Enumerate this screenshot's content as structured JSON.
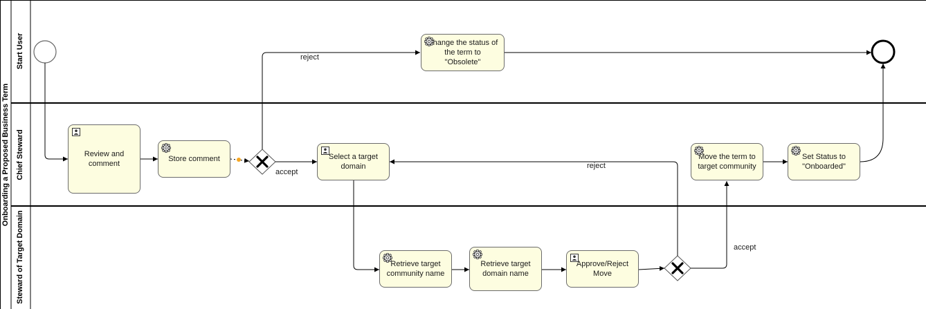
{
  "pool": {
    "label": "Onboarding a Proposed Business Term"
  },
  "lanes": [
    {
      "key": "start_user",
      "label": "Start User"
    },
    {
      "key": "chief_steward",
      "label": "Chief Steward"
    },
    {
      "key": "steward_target",
      "label": "Steward of Target Domain"
    }
  ],
  "tasks": [
    {
      "key": "change_status",
      "label": "Change the status of\nthe term to \"Obsolete\"",
      "icon": "gear-icon"
    },
    {
      "key": "review",
      "label": "Review and\ncomment",
      "icon": "user-task-icon"
    },
    {
      "key": "store_comment",
      "label": "Store comment",
      "icon": "gear-icon"
    },
    {
      "key": "select_target",
      "label": "Select a target\ndomain",
      "icon": "user-task-icon"
    },
    {
      "key": "move_term",
      "label": "Move the term to\ntarget community",
      "icon": "gear-icon"
    },
    {
      "key": "set_status",
      "label": "Set Status to\n\"Onboarded\"",
      "icon": "gear-icon"
    },
    {
      "key": "retrieve_community",
      "label": "Retrieve target\ncommunity name",
      "icon": "gear-icon"
    },
    {
      "key": "retrieve_domain",
      "label": "Retrieve target\ndomain name",
      "icon": "gear-icon"
    },
    {
      "key": "approve_reject",
      "label": "Approve/Reject\nMove",
      "icon": "user-task-icon"
    }
  ],
  "edge_labels": {
    "reject_top": "reject",
    "accept_left": "accept",
    "reject_mid": "reject",
    "accept_right": "accept"
  }
}
